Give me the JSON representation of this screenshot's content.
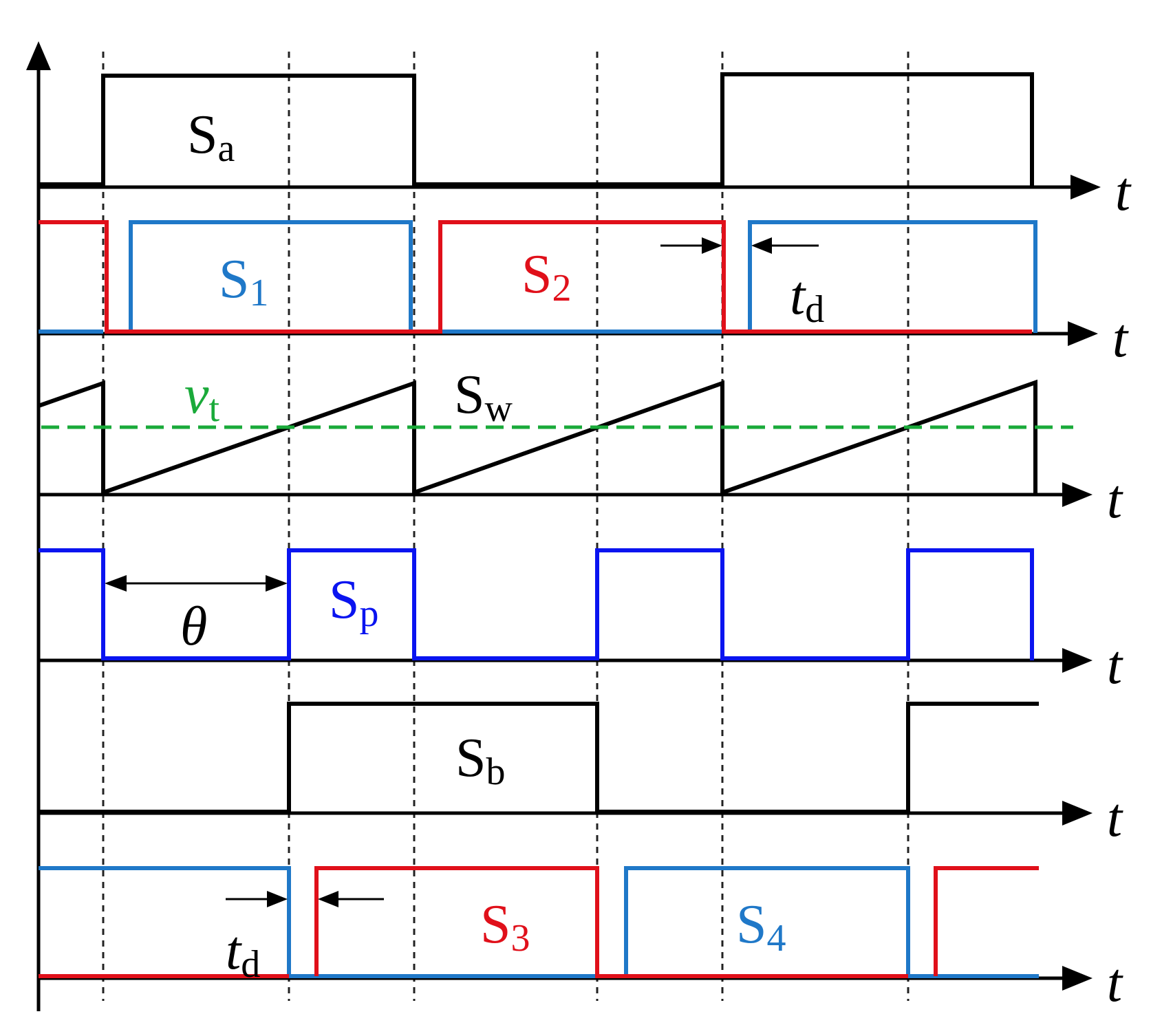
{
  "colors": {
    "black": "#000000",
    "s1_blue": "#1f78c8",
    "s2_red": "#e0101a",
    "sp_blue": "#0a14f0",
    "vt_green": "#1aaa3a",
    "guide": "#222222"
  },
  "axis_label": "t",
  "signals": {
    "sa": {
      "main": "S",
      "sub": "a"
    },
    "s1": {
      "main": "S",
      "sub": "1"
    },
    "s2": {
      "main": "S",
      "sub": "2"
    },
    "sw": {
      "main": "S",
      "sub": "w"
    },
    "vt": {
      "main": "v",
      "sub": "t"
    },
    "sp": {
      "main": "S",
      "sub": "p"
    },
    "sb": {
      "main": "S",
      "sub": "b"
    },
    "s3": {
      "main": "S",
      "sub": "3"
    },
    "s4": {
      "main": "S",
      "sub": "4"
    }
  },
  "annotations": {
    "td_upper": {
      "main": "t",
      "sub": "d"
    },
    "td_lower": {
      "main": "t",
      "sub": "d"
    },
    "theta": "θ"
  }
}
